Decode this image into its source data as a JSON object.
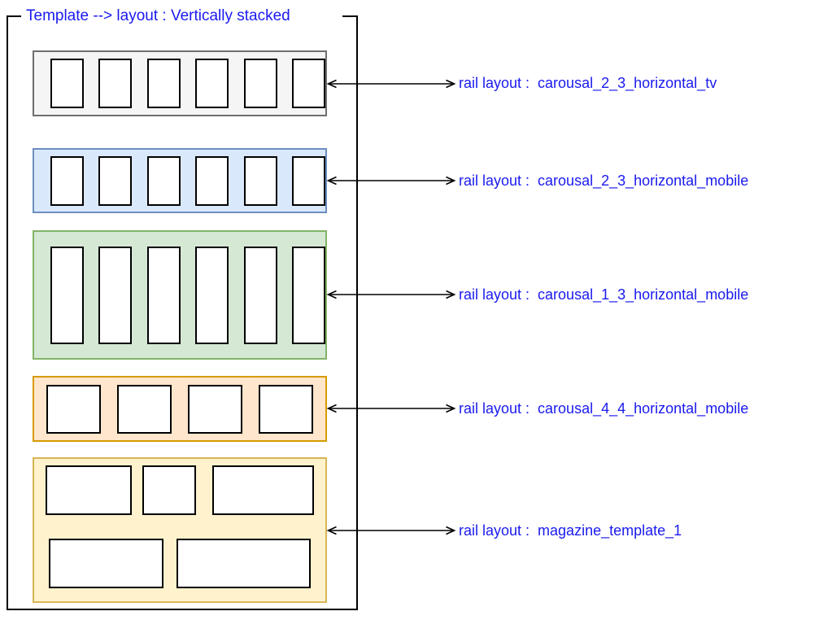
{
  "title": "Template --> layout : Vertically stacked",
  "colors": {
    "label_text": "#1a1aef",
    "arrow": "#000000",
    "container_border": "#000000",
    "item_fill": "#ffffff",
    "item_border": "#000000"
  },
  "rails": [
    {
      "layout_name": "carousal_2_3_horizontal_tv",
      "label": "rail layout :  carousal_2_3_horizontal_tv",
      "fill": "#f5f5f5",
      "stroke": "#6e6e6e",
      "item_count": 6,
      "item_shape": "portrait 2:3"
    },
    {
      "layout_name": "carousal_2_3_horizontal_mobile",
      "label": "rail layout :  carousal_2_3_horizontal_mobile",
      "fill": "#dae8fc",
      "stroke": "#6c8ebf",
      "item_count": 6,
      "item_shape": "portrait 2:3"
    },
    {
      "layout_name": "carousal_1_3_horizontal_mobile",
      "label": "rail layout :  carousal_1_3_horizontal_mobile",
      "fill": "#d5e8d4",
      "stroke": "#82b366",
      "item_count": 6,
      "item_shape": "tall portrait 1:3"
    },
    {
      "layout_name": "carousal_4_4_horizontal_mobile",
      "label": "rail layout :  carousal_4_4_horizontal_mobile",
      "fill": "#ffe6cc",
      "stroke": "#d79b00",
      "item_count": 4,
      "item_shape": "square 4:4"
    },
    {
      "layout_name": "magazine_template_1",
      "label": "rail layout :  magazine_template_1",
      "fill": "#fff2cc",
      "stroke": "#d6b656",
      "item_count": 5,
      "item_shape": "mixed landscape, rows of 3 + 2"
    }
  ]
}
